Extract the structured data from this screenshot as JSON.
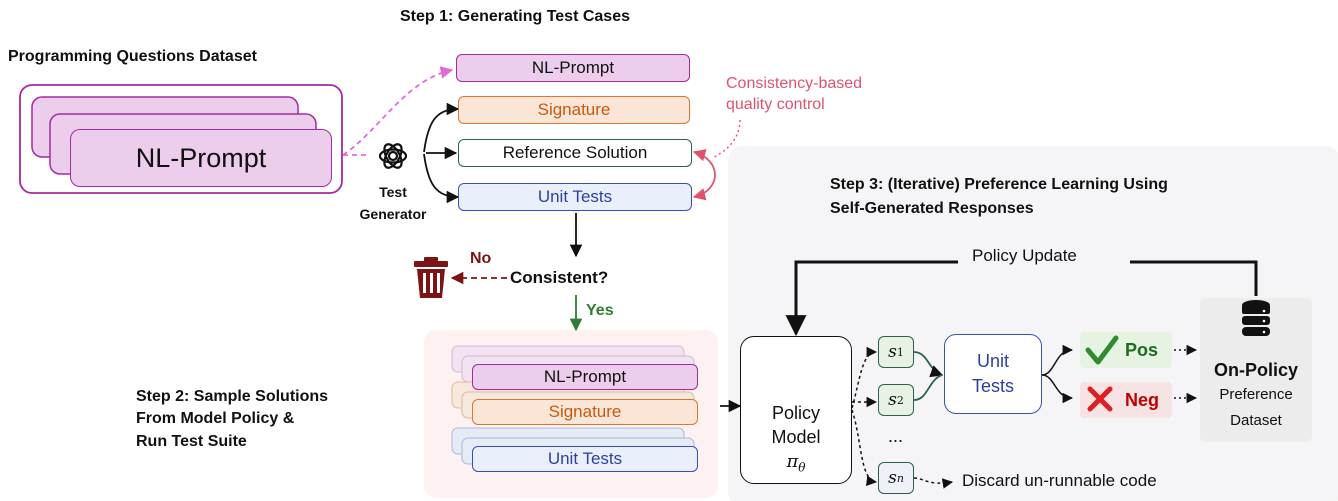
{
  "step1": {
    "title": "Step 1: Generating Test Cases",
    "dataset_title": "Programming Questions Dataset",
    "dataset_card_label": "NL-Prompt",
    "generator_label": "Test\nGenerator",
    "outputs": {
      "nl_prompt": "NL-Prompt",
      "signature": "Signature",
      "reference_solution": "Reference Solution",
      "unit_tests": "Unit Tests"
    },
    "quality_control_note": "Consistency-based\nquality control",
    "consistency_question": "Consistent?",
    "no_label": "No",
    "yes_label": "Yes"
  },
  "step2": {
    "title": "Step 2: Sample Solutions\nFrom Model Policy &\nRun Test Suite",
    "stack": {
      "nl_prompt": "NL-Prompt",
      "signature": "Signature",
      "unit_tests": "Unit Tests"
    }
  },
  "step3": {
    "title": "Step 3: (Iterative) Preference Learning Using\nSelf-Generated Responses",
    "policy_update": "Policy Update",
    "policy_model": {
      "line1": "Policy",
      "line2": "Model",
      "symbol": "π",
      "subscript": "θ"
    },
    "samples": [
      {
        "base": "s",
        "sub": "1"
      },
      {
        "base": "s",
        "sub": "2"
      },
      {
        "base": "s",
        "sub": "n"
      }
    ],
    "ellipsis": "...",
    "unit_tests": "Unit\nTests",
    "pos_label": "Pos",
    "neg_label": "Neg",
    "discard_label": "Discard un-runnable code",
    "dataset": {
      "line1": "On-Policy",
      "line2": "Preference",
      "line3": "Dataset"
    }
  },
  "colors": {
    "purple_fill": "#eccdec",
    "purple_border": "#a42aa4",
    "orange_fill": "#fbe5d6",
    "orange_border": "#d9782f",
    "orange_text": "#c55a11",
    "green_border": "#2e5f50",
    "blue_fill": "#e9f0fb",
    "blue_border": "#3a4fb5",
    "blue_text": "#2f3f9e",
    "pink_dash": "#e06ad6",
    "red_accent": "#e0536f",
    "no_red": "#7b1414",
    "yes_green": "#2e7d32",
    "panel_gray": "#f5f5f7",
    "panel_pink": "#fdf1f1",
    "dataset_gray": "#ececec",
    "neg_red": "#e02020",
    "check_green": "#2e8b2e"
  },
  "icons": [
    "openai-logo-icon",
    "trash-icon",
    "pdf-curve-icon",
    "database-icon",
    "checkmark-icon",
    "cross-icon"
  ]
}
